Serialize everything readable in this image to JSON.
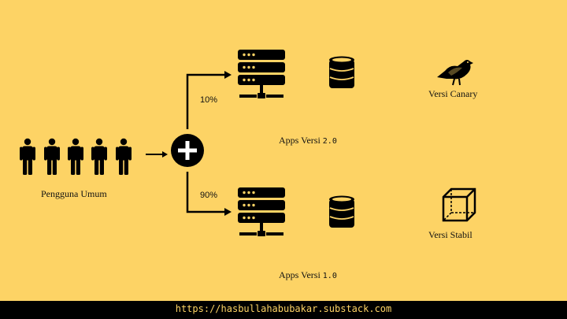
{
  "users_label": "Pengguna Umum",
  "split": {
    "canary_percent": "10%",
    "stable_percent": "90%"
  },
  "canary": {
    "app_name": "Apps Versi",
    "app_version": "2.0",
    "version_label": "Versi Canary"
  },
  "stable": {
    "app_name": "Apps Versi",
    "app_version": "1.0",
    "version_label": "Versi Stabil"
  },
  "footer_text": "https://hasbullahabubakar.substack.com",
  "colors": {
    "background": "#fdd365",
    "ink": "#000000",
    "footer_bg": "#000000",
    "footer_text": "#fdd365"
  },
  "icons": {
    "users": "person-icon",
    "router": "plus-circle-icon",
    "server": "server-rack-icon",
    "database": "database-icon",
    "canary": "canary-bird-icon",
    "stable": "cube-icon"
  }
}
